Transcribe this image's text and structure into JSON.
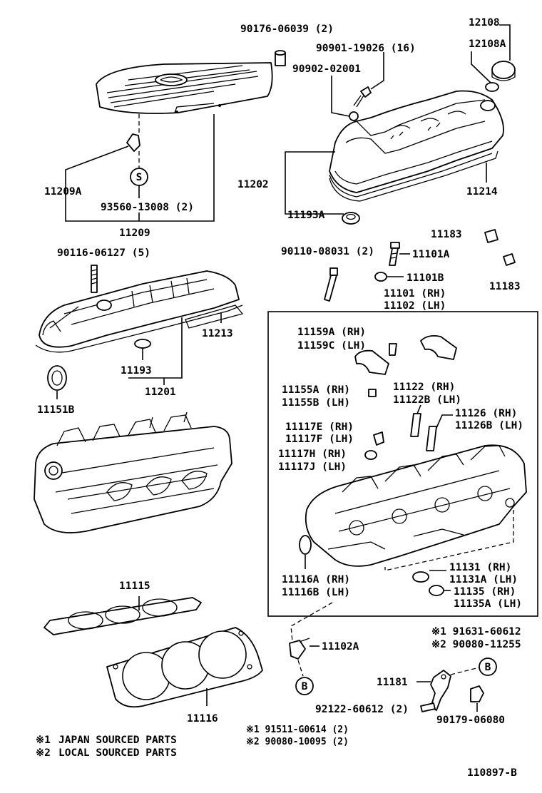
{
  "diagram_id": "110897-B",
  "footnotes": [
    {
      "mark": "※1",
      "text": "JAPAN SOURCED PARTS"
    },
    {
      "mark": "※2",
      "text": "LOCAL SOURCED PARTS"
    }
  ],
  "callouts": {
    "c90176": "90176-06039 (2)",
    "c90901": "90901-19026 (16)",
    "c90902": "90902-02001",
    "c12108": "12108",
    "c12108a": "12108A",
    "c11202": "11202",
    "c11214": "11214",
    "c11193a": "11193A",
    "c11209a": "11209A",
    "c93560": "93560-13008 (2)",
    "c11209": "11209",
    "c90116": "90116-06127 (5)",
    "c11213": "11213",
    "c11193": "11193",
    "c11201": "11201",
    "c11151b": "11151B",
    "c90110": "90110-08031 (2)",
    "c11101a": "11101A",
    "c11101b": "11101B",
    "c11101": "11101 (RH)",
    "c11102": "11102 (LH)",
    "c11183a": "11183",
    "c11183b": "11183",
    "c11159a": "11159A (RH)",
    "c11159c": "11159C (LH)",
    "c11122": "11122  (RH)",
    "c11122b": "11122B (LH)",
    "c11155a": "11155A (RH)",
    "c11155b": "11155B (LH)",
    "c11126": "11126  (RH)",
    "c11126b": "11126B (LH)",
    "c11117e": "11117E (RH)",
    "c11117f": "11117F (LH)",
    "c11117h": "11117H (RH)",
    "c11117j": "11117J (LH)",
    "c11116a": "11116A (RH)",
    "c11116b": "11116B (LH)",
    "c11131": "11131  (RH)",
    "c11131a": "11131A (LH)",
    "c11135": "11135  (RH)",
    "c11135a": "11135A (LH)",
    "c11115": "11115",
    "c11116": "11116",
    "c11102a": "11102A",
    "c91631": "※1 91631-60612",
    "c90080a": "※2 90080-11255",
    "c11181": "11181",
    "c92122": "92122-60612 (2)",
    "c90179": "90179-06080",
    "c91511": "※1 91511-G0614 (2)",
    "c90080b": "※2 90080-10095 (2)"
  },
  "markers": {
    "s": "S",
    "b1": "B",
    "b2": "B"
  }
}
